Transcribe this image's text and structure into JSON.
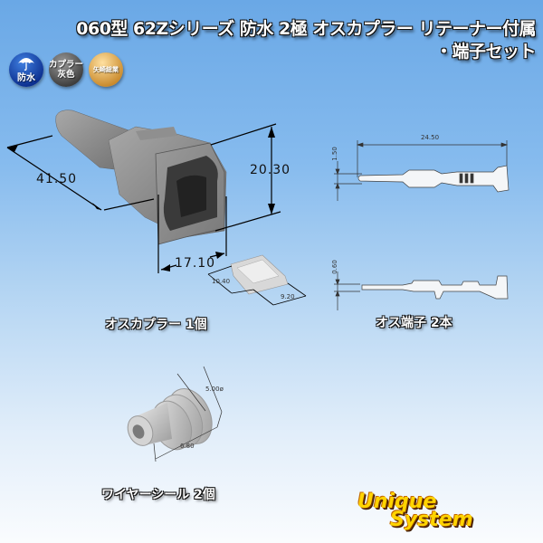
{
  "title": {
    "line1": "060型 62Zシリーズ 防水 2極 オスカプラー リテーナー付属",
    "line2": "・端子セット"
  },
  "badges": [
    {
      "icon": "umbrella-icon",
      "label": "防水",
      "color": "#1a4bb8"
    },
    {
      "label_line1": "カプラー",
      "label_line2": "灰色",
      "color": "#6a6a6a"
    },
    {
      "label": "矢崎総業",
      "color": "#e0a040"
    }
  ],
  "coupler": {
    "caption": "オスカプラー 1個",
    "dim_length": "41.50",
    "dim_height": "20.30",
    "dim_width": "17.10",
    "retainer_dim_a": "10.40",
    "retainer_dim_b": "9.20"
  },
  "terminal": {
    "caption": "オス端子 2本",
    "dim_length": "24.50",
    "dim_top_thickness": "1.50",
    "dim_side_thickness": "0.60"
  },
  "seal": {
    "caption": "ワイヤーシール 2個",
    "dim_diameter": "5.00ø",
    "dim_length": "6.80"
  },
  "logo": {
    "line1": "Unique",
    "line2": "System",
    "color": "#ffd400"
  }
}
